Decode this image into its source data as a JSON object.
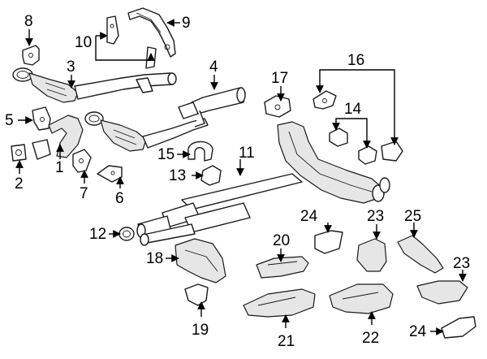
{
  "callouts": [
    "1",
    "2",
    "3",
    "4",
    "5",
    "6",
    "7",
    "8",
    "9",
    "10",
    "11",
    "12",
    "13",
    "14",
    "15",
    "16",
    "17",
    "18",
    "19",
    "20",
    "21",
    "22",
    "23",
    "23",
    "24",
    "24",
    "25"
  ]
}
